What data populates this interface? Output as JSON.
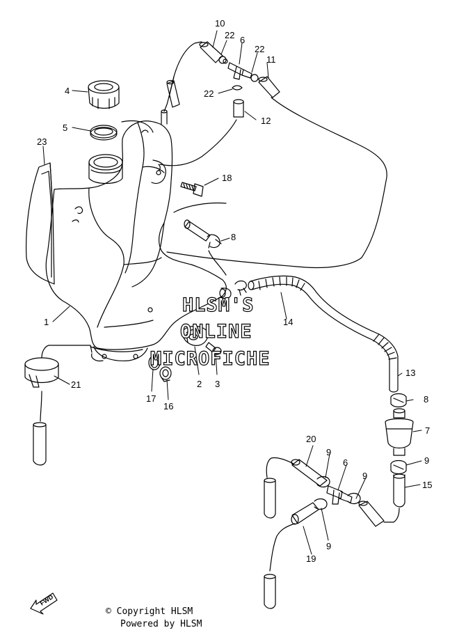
{
  "callouts": [
    {
      "id": "c10",
      "text": "10"
    },
    {
      "id": "c22a",
      "text": "22"
    },
    {
      "id": "c6a",
      "text": "6"
    },
    {
      "id": "c22b",
      "text": "22"
    },
    {
      "id": "c11",
      "text": "11"
    },
    {
      "id": "c4",
      "text": "4"
    },
    {
      "id": "c22c",
      "text": "22"
    },
    {
      "id": "c12",
      "text": "12"
    },
    {
      "id": "c5",
      "text": "5"
    },
    {
      "id": "c23",
      "text": "23"
    },
    {
      "id": "c18",
      "text": "18"
    },
    {
      "id": "c8a",
      "text": "8"
    },
    {
      "id": "c1",
      "text": "1"
    },
    {
      "id": "c14",
      "text": "14"
    },
    {
      "id": "c13",
      "text": "13"
    },
    {
      "id": "c21",
      "text": "21"
    },
    {
      "id": "c2",
      "text": "2"
    },
    {
      "id": "c3",
      "text": "3"
    },
    {
      "id": "c17",
      "text": "17"
    },
    {
      "id": "c16",
      "text": "16"
    },
    {
      "id": "c8b",
      "text": "8"
    },
    {
      "id": "c7",
      "text": "7"
    },
    {
      "id": "c20",
      "text": "20"
    },
    {
      "id": "c9a",
      "text": "9"
    },
    {
      "id": "c6b",
      "text": "6"
    },
    {
      "id": "c9b",
      "text": "9"
    },
    {
      "id": "c9c",
      "text": "9"
    },
    {
      "id": "c15",
      "text": "15"
    },
    {
      "id": "c9d",
      "text": "9"
    },
    {
      "id": "c19",
      "text": "19"
    }
  ],
  "watermark": {
    "line1": "HLSM'S",
    "line2": "ONLINE",
    "line3": "MICROFICHE"
  },
  "fwd_label": "FWD",
  "footer": {
    "copyright": "© Copyright HLSM",
    "powered": "Powered by HLSM"
  }
}
